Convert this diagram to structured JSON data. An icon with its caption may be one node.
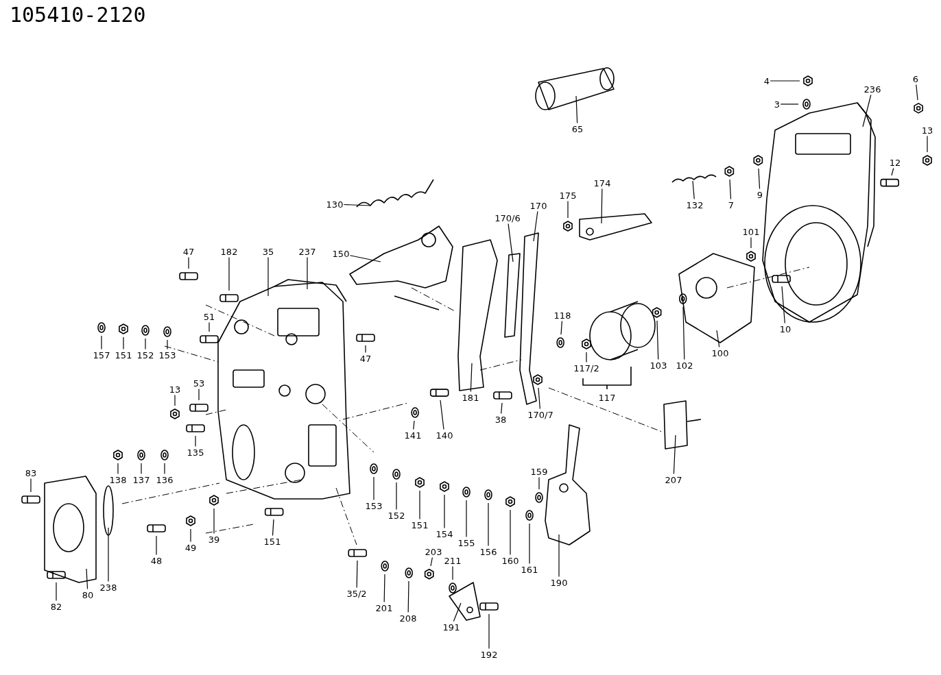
{
  "diagram": {
    "title": "105410-2120",
    "nodes": [
      {
        "text": [
          "4"
        ]
      },
      {
        "text": [
          "3"
        ]
      },
      {
        "text": [
          "236"
        ]
      },
      {
        "text": [
          "6"
        ]
      },
      {
        "text": [
          "13"
        ]
      },
      {
        "text": [
          "12"
        ]
      },
      {
        "text": [
          "65"
        ]
      },
      {
        "text": [
          "130"
        ]
      },
      {
        "text": [
          "174"
        ]
      },
      {
        "text": [
          "175"
        ]
      },
      {
        "text": [
          "170"
        ]
      },
      {
        "text": [
          "170/6"
        ]
      },
      {
        "text": [
          "132"
        ]
      },
      {
        "text": [
          "7"
        ]
      },
      {
        "text": [
          "9"
        ]
      },
      {
        "text": [
          "150"
        ]
      },
      {
        "text": [
          "47"
        ]
      },
      {
        "text": [
          "182"
        ]
      },
      {
        "text": [
          "35"
        ]
      },
      {
        "text": [
          "237"
        ]
      },
      {
        "text": [
          "101"
        ]
      },
      {
        "text": [
          "51"
        ]
      },
      {
        "text": [
          "118"
        ]
      },
      {
        "text": [
          "10"
        ]
      },
      {
        "text": [
          "157"
        ]
      },
      {
        "text": [
          "151"
        ]
      },
      {
        "text": [
          "152"
        ]
      },
      {
        "text": [
          "153"
        ]
      },
      {
        "text": [
          "47"
        ]
      },
      {
        "text": [
          "100"
        ]
      },
      {
        "text": [
          "117/2"
        ]
      },
      {
        "text": [
          "103"
        ]
      },
      {
        "text": [
          "102"
        ]
      },
      {
        "text": [
          "13"
        ]
      },
      {
        "text": [
          "53"
        ]
      },
      {
        "text": [
          "181"
        ]
      },
      {
        "text": [
          "38"
        ]
      },
      {
        "text": [
          "170/7"
        ]
      },
      {
        "text": [
          "141"
        ]
      },
      {
        "text": [
          "140"
        ]
      },
      {
        "text": [
          "135"
        ]
      },
      {
        "text": [
          "136"
        ]
      },
      {
        "text": [
          "137"
        ]
      },
      {
        "text": [
          "138"
        ]
      },
      {
        "text": [
          "83"
        ]
      },
      {
        "text": [
          "207"
        ]
      },
      {
        "text": [
          "159"
        ]
      },
      {
        "text": [
          "153"
        ]
      },
      {
        "text": [
          "152"
        ]
      },
      {
        "text": [
          "151"
        ]
      },
      {
        "text": [
          "154"
        ]
      },
      {
        "text": [
          "155"
        ]
      },
      {
        "text": [
          "156"
        ]
      },
      {
        "text": [
          "160"
        ]
      },
      {
        "text": [
          "161"
        ]
      },
      {
        "text": [
          "39"
        ]
      },
      {
        "text": [
          "49"
        ]
      },
      {
        "text": [
          "151"
        ]
      },
      {
        "text": [
          "48"
        ]
      },
      {
        "text": [
          "238"
        ]
      },
      {
        "text": [
          "80"
        ]
      },
      {
        "text": [
          "82"
        ]
      },
      {
        "text": [
          "190"
        ]
      },
      {
        "text": [
          "35/2"
        ]
      },
      {
        "text": [
          "203"
        ]
      },
      {
        "text": [
          "211"
        ]
      },
      {
        "text": [
          "201"
        ]
      },
      {
        "text": [
          "208"
        ]
      },
      {
        "text": [
          "191"
        ]
      },
      {
        "text": [
          "192"
        ]
      }
    ],
    "edges": [
      {
        "from": 0,
        "to": null,
        "arrow": "none"
      },
      {
        "from": 1,
        "to": null,
        "arrow": "none"
      },
      {
        "from": 2,
        "to": null,
        "arrow": "none"
      },
      {
        "from": 3,
        "to": null,
        "arrow": "none"
      },
      {
        "from": 4,
        "to": null,
        "arrow": "none"
      },
      {
        "from": 5,
        "to": null,
        "arrow": "none"
      },
      {
        "from": 6,
        "to": null,
        "arrow": "none"
      },
      {
        "from": 7,
        "to": null,
        "arrow": "none"
      },
      {
        "from": 8,
        "to": null,
        "arrow": "none"
      },
      {
        "from": 9,
        "to": null,
        "arrow": "none"
      },
      {
        "from": 10,
        "to": null,
        "arrow": "none"
      },
      {
        "from": 11,
        "to": null,
        "arrow": "none"
      },
      {
        "from": 12,
        "to": null,
        "arrow": "none"
      },
      {
        "from": 13,
        "to": null,
        "arrow": "none"
      },
      {
        "from": 14,
        "to": null,
        "arrow": "none"
      },
      {
        "from": 15,
        "to": null,
        "arrow": "none"
      },
      {
        "from": 16,
        "to": null,
        "arrow": "none"
      },
      {
        "from": 17,
        "to": null,
        "arrow": "none"
      },
      {
        "from": 18,
        "to": null,
        "arrow": "none"
      },
      {
        "from": 19,
        "to": null,
        "arrow": "none"
      },
      {
        "from": 20,
        "to": null,
        "arrow": "none"
      },
      {
        "from": 21,
        "to": null,
        "arrow": "none"
      },
      {
        "from": 22,
        "to": null,
        "arrow": "none"
      },
      {
        "from": 23,
        "to": null,
        "arrow": "none"
      },
      {
        "from": 24,
        "to": null,
        "arrow": "none"
      },
      {
        "from": 25,
        "to": null,
        "arrow": "none"
      },
      {
        "from": 26,
        "to": null,
        "arrow": "none"
      },
      {
        "from": 27,
        "to": null,
        "arrow": "none"
      },
      {
        "from": 28,
        "to": null,
        "arrow": "none"
      },
      {
        "from": 29,
        "to": null,
        "arrow": "none"
      },
      {
        "from": 30,
        "to": null,
        "arrow": "none"
      },
      {
        "from": 31,
        "to": null,
        "arrow": "none"
      },
      {
        "from": 32,
        "to": null,
        "arrow": "none"
      },
      {
        "from": 33,
        "to": null,
        "arrow": "none"
      },
      {
        "from": 34,
        "to": null,
        "arrow": "none"
      },
      {
        "from": 35,
        "to": null,
        "arrow": "none"
      },
      {
        "from": 36,
        "to": null,
        "arrow": "none"
      },
      {
        "from": 37,
        "to": null,
        "arrow": "none"
      },
      {
        "from": 38,
        "to": null,
        "arrow": "none"
      },
      {
        "from": 39,
        "to": null,
        "arrow": "none"
      },
      {
        "from": 40,
        "to": null,
        "arrow": "none"
      },
      {
        "from": 41,
        "to": null,
        "arrow": "none"
      },
      {
        "from": 42,
        "to": null,
        "arrow": "none"
      },
      {
        "from": 43,
        "to": null,
        "arrow": "none"
      },
      {
        "from": 44,
        "to": null,
        "arrow": "none"
      },
      {
        "from": 45,
        "to": null,
        "arrow": "none"
      },
      {
        "from": 46,
        "to": null,
        "arrow": "none"
      },
      {
        "from": 47,
        "to": null,
        "arrow": "none"
      },
      {
        "from": 48,
        "to": null,
        "arrow": "none"
      },
      {
        "from": 49,
        "to": null,
        "arrow": "none"
      },
      {
        "from": 50,
        "to": null,
        "arrow": "none"
      },
      {
        "from": 51,
        "to": null,
        "arrow": "none"
      },
      {
        "from": 52,
        "to": null,
        "arrow": "none"
      },
      {
        "from": 53,
        "to": null,
        "arrow": "none"
      },
      {
        "from": 54,
        "to": null,
        "arrow": "none"
      },
      {
        "from": 55,
        "to": null,
        "arrow": "none"
      },
      {
        "from": 56,
        "to": null,
        "arrow": "none"
      },
      {
        "from": 57,
        "to": null,
        "arrow": "none"
      },
      {
        "from": 58,
        "to": null,
        "arrow": "none"
      },
      {
        "from": 59,
        "to": null,
        "arrow": "none"
      },
      {
        "from": 60,
        "to": null,
        "arrow": "none"
      },
      {
        "from": 61,
        "to": null,
        "arrow": "none"
      },
      {
        "from": 62,
        "to": null,
        "arrow": "none"
      },
      {
        "from": 63,
        "to": null,
        "arrow": "none"
      },
      {
        "from": 64,
        "to": null,
        "arrow": "none"
      },
      {
        "from": 65,
        "to": null,
        "arrow": "none"
      },
      {
        "from": 66,
        "to": null,
        "arrow": "none"
      },
      {
        "from": 67,
        "to": null,
        "arrow": "none"
      },
      {
        "from": 68,
        "to": null,
        "arrow": "none"
      },
      {
        "from": 69,
        "to": null,
        "arrow": "none"
      }
    ],
    "labels": [
      "117"
    ]
  }
}
